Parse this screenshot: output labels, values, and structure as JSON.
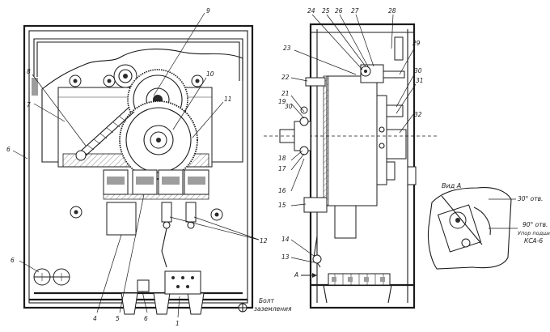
{
  "front_view": {
    "callouts": {
      "c1": "1",
      "c4": "4",
      "c5": "5",
      "c6": "6",
      "c7": "7",
      "c8": "8",
      "c9": "9",
      "c10": "10",
      "c11": "11",
      "c12": "12",
      "c6b": "6"
    },
    "ground_label_line1": "Болт",
    "ground_label_line2": "заземления"
  },
  "side_view": {
    "callouts": {
      "c24": "24",
      "c25": "25",
      "c26": "26",
      "c27": "27",
      "c28": "28",
      "c29": "29",
      "c30": "30",
      "c31": "31",
      "c32": "32",
      "c23": "23",
      "c22": "22",
      "c21": "21",
      "c19": "19",
      "c30b": "30",
      "c18": "18",
      "c17": "17",
      "c16": "16",
      "c15": "15",
      "c14": "14",
      "c13": "13",
      "cA": "A"
    }
  },
  "view_a": {
    "title": "Вид А",
    "angle_label": "30° отв.",
    "note_line1": "90° отв.",
    "note_line2": "Упор подшипн.",
    "note_line3": "КСА-6"
  }
}
